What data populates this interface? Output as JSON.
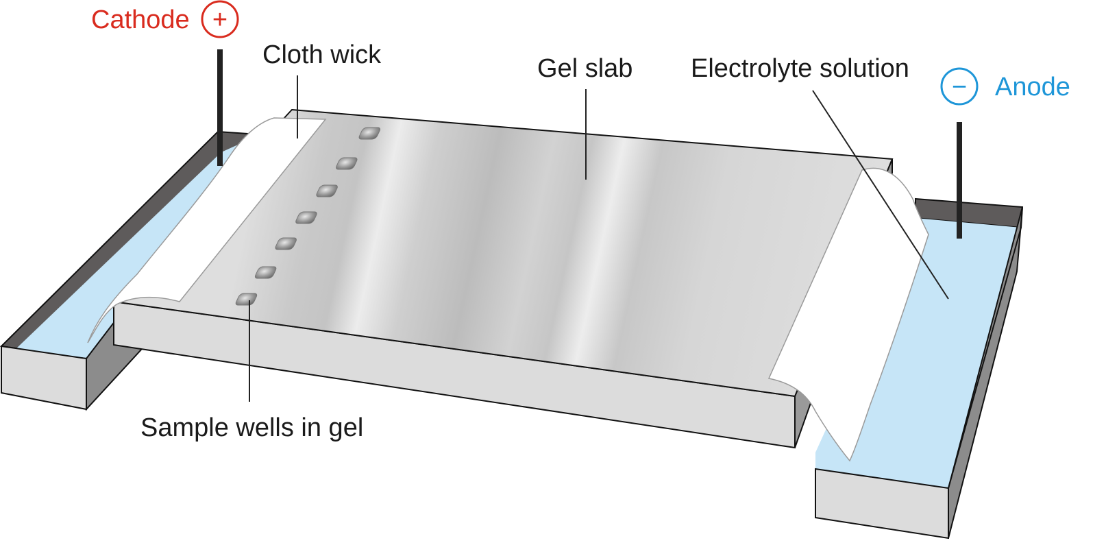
{
  "labels": {
    "cathode": "Cathode",
    "anode": "Anode",
    "cloth_wick": "Cloth wick",
    "gel_slab": "Gel slab",
    "electrolyte": "Electrolyte solution",
    "sample_wells": "Sample wells in gel"
  },
  "symbols": {
    "cathode_sign": "+",
    "anode_sign": "−"
  },
  "colors": {
    "cathode": "#d92b1e",
    "anode": "#1e96d8",
    "electrolyte": "#c6e5f7",
    "gel": "#dcdcdc",
    "tray_dark": "#5e5b5b",
    "tray_side": "#8c8c8c"
  }
}
